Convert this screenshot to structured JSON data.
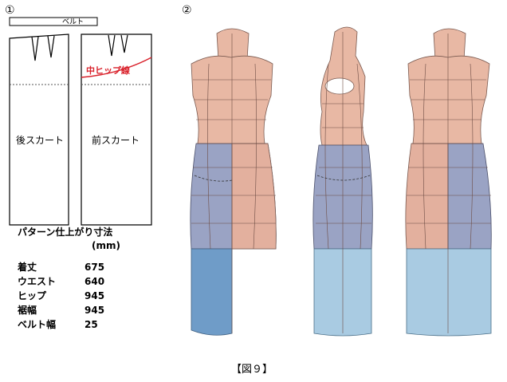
{
  "panel1_label": "①",
  "panel2_label": "②",
  "belt_label": "ベルト",
  "hip_line_label": "中ヒップ線",
  "back_skirt_label": "後スカート",
  "front_skirt_label": "前スカート",
  "dims_title": "パターン仕上がり寸法",
  "dims_unit": "(mm)",
  "dimensions": [
    {
      "label": "着丈",
      "value": "675"
    },
    {
      "label": "ウエスト",
      "value": "640"
    },
    {
      "label": "ヒップ",
      "value": "945"
    },
    {
      "label": "裾幅",
      "value": "945"
    },
    {
      "label": "ベルト幅",
      "value": "25"
    }
  ],
  "caption": "【図９】",
  "colors": {
    "skin": "#e8b8a4",
    "skirt_gray": "#9aa3c4",
    "skirt_light": "#a9cbe2",
    "hip_line": "#d9202a"
  }
}
